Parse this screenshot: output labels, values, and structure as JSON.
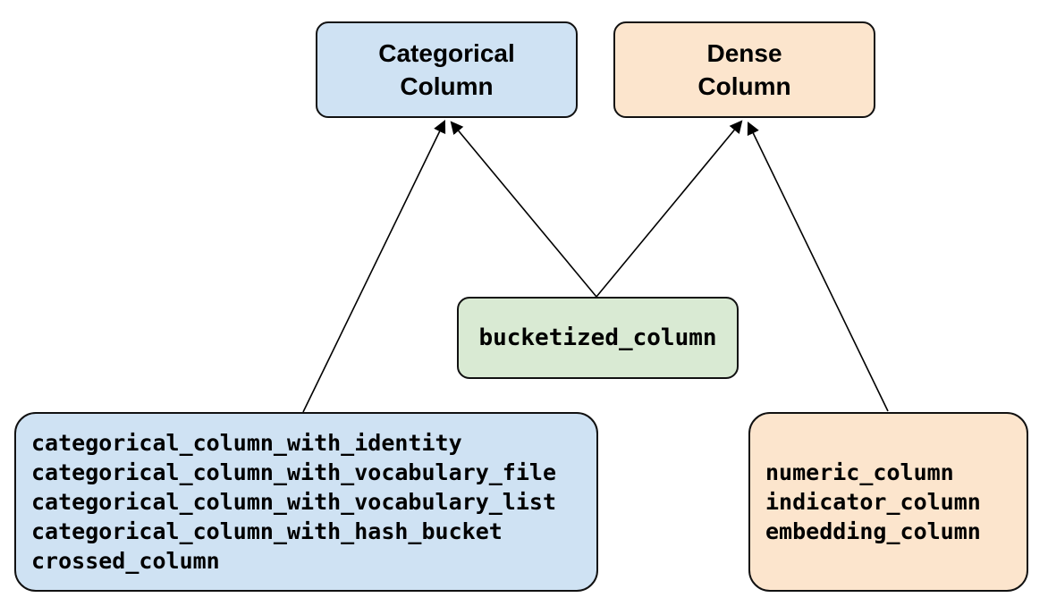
{
  "diagram": {
    "nodes": {
      "categorical_column": {
        "label": "Categorical\nColumn",
        "fill": "#cfe2f3"
      },
      "dense_column": {
        "label": "Dense\nColumn",
        "fill": "#fce5cd"
      },
      "bucketized_column": {
        "label": "bucketized_column",
        "fill": "#d9ead3"
      },
      "categorical_functions": {
        "fill": "#cfe2f3",
        "items": [
          "categorical_column_with_identity",
          "categorical_column_with_vocabulary_file",
          "categorical_column_with_vocabulary_list",
          "categorical_column_with_hash_bucket",
          "crossed_column"
        ]
      },
      "dense_functions": {
        "fill": "#fce5cd",
        "items": [
          "numeric_column",
          "indicator_column",
          "embedding_column"
        ]
      }
    },
    "edges": [
      {
        "from": "categorical_functions",
        "to": "categorical_column"
      },
      {
        "from": "bucketized_column",
        "to": "categorical_column"
      },
      {
        "from": "bucketized_column",
        "to": "dense_column"
      },
      {
        "from": "dense_functions",
        "to": "dense_column"
      }
    ],
    "colors": {
      "categorical_fill": "#cfe2f3",
      "dense_fill": "#fce5cd",
      "bucketized_fill": "#d9ead3",
      "border": "#111111",
      "edge": "#000000",
      "text": "#000000",
      "background": "#ffffff"
    }
  }
}
